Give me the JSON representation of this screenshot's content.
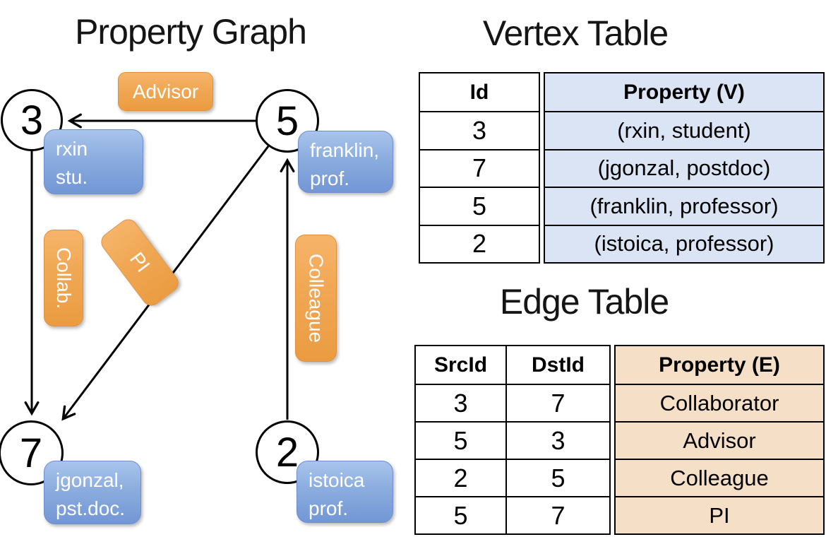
{
  "titles": {
    "graph": "Property Graph",
    "vertex_table": "Vertex Table",
    "edge_table": "Edge Table"
  },
  "graph": {
    "vertices": [
      {
        "id": "3",
        "label_line1": "rxin",
        "label_line2": "stu."
      },
      {
        "id": "5",
        "label_line1": "franklin,",
        "label_line2": "prof."
      },
      {
        "id": "7",
        "label_line1": "jgonzal,",
        "label_line2": "pst.doc."
      },
      {
        "id": "2",
        "label_line1": "istoica",
        "label_line2": "prof."
      }
    ],
    "edge_labels": {
      "advisor": "Advisor",
      "collab": "Collab.",
      "pi": "PI",
      "colleague": "Colleague"
    }
  },
  "vertex_table": {
    "headers": {
      "id": "Id",
      "property": "Property (V)"
    },
    "rows": [
      {
        "id": "3",
        "property": "(rxin, student)"
      },
      {
        "id": "7",
        "property": "(jgonzal, postdoc)"
      },
      {
        "id": "5",
        "property": "(franklin, professor)"
      },
      {
        "id": "2",
        "property": "(istoica, professor)"
      }
    ]
  },
  "edge_table": {
    "headers": {
      "src": "SrcId",
      "dst": "DstId",
      "property": "Property (E)"
    },
    "rows": [
      {
        "src": "3",
        "dst": "7",
        "property": "Collaborator"
      },
      {
        "src": "5",
        "dst": "3",
        "property": "Advisor"
      },
      {
        "src": "2",
        "dst": "5",
        "property": "Colleague"
      },
      {
        "src": "5",
        "dst": "7",
        "property": "PI"
      }
    ]
  },
  "colors": {
    "orange": "#EB9C41",
    "orange_light": "#F6B46A",
    "blue": "#7396D6",
    "blue_light": "#A9C4ED",
    "vertex_cell_fill": "#DAE4F4",
    "edge_cell_fill": "#F5DFC6",
    "line": "#000000"
  }
}
